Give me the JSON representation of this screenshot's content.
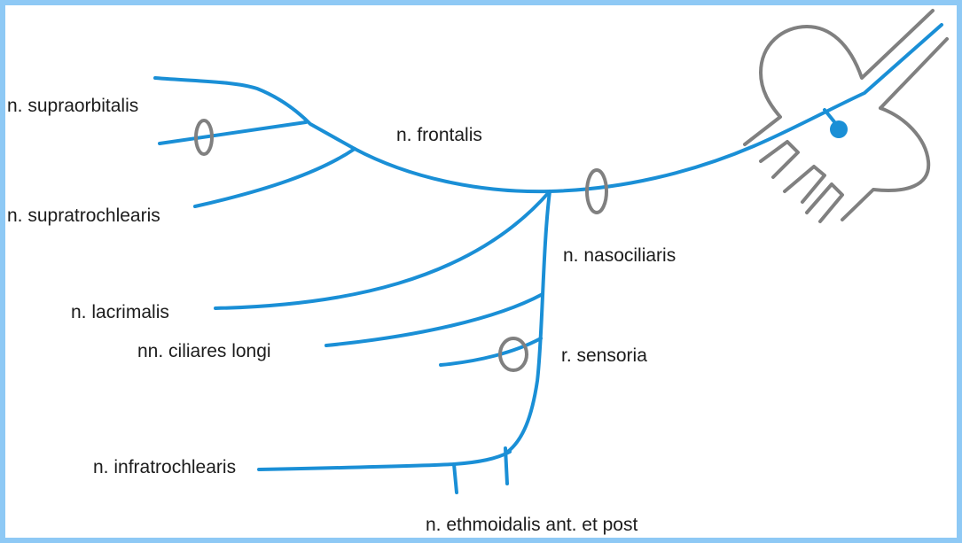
{
  "labels": {
    "supraorbitalis": "n. supraorbitalis",
    "frontalis": "n. frontalis",
    "supratrochlearis": "n. supratrochlearis",
    "nasociliaris": "n. nasociliaris",
    "lacrimalis": "n. lacrimalis",
    "ciliares_longi": "nn. ciliares longi",
    "sensoria": "r. sensoria",
    "infratrochlearis": "n. infratrochlearis",
    "ethmoidalis": "n. ethmoidalis ant. et post"
  },
  "colors": {
    "nerve": "#1a8fd6",
    "outline": "#808080",
    "frame": "#8ec9f5"
  }
}
